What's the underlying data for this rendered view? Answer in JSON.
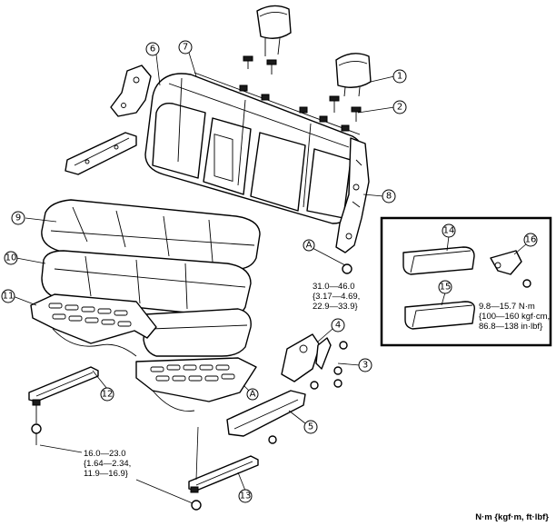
{
  "callouts": {
    "c1": "1",
    "c2": "2",
    "c3": "3",
    "c4": "4",
    "c5": "5",
    "c6": "6",
    "c7": "7",
    "c8": "8",
    "c9": "9",
    "c10": "10",
    "c11": "11",
    "c12": "12",
    "c13": "13",
    "c14": "14",
    "c15": "15",
    "c16": "16"
  },
  "markers": {
    "a_upper": "A",
    "a_lower": "A"
  },
  "torque": {
    "backrest_bolt": "31.0—46.0\n{3.17—4.69,\n22.9—33.9}",
    "inset_bolt": "9.8—15.7 N·m\n{100—160 kgf·cm,\n86.8—138 in·lbf}",
    "slide_bolt": "16.0—23.0\n{1.64—2.34,\n11.9—16.9}"
  },
  "units_note": "N·m {kgf·m, ft·lbf}"
}
